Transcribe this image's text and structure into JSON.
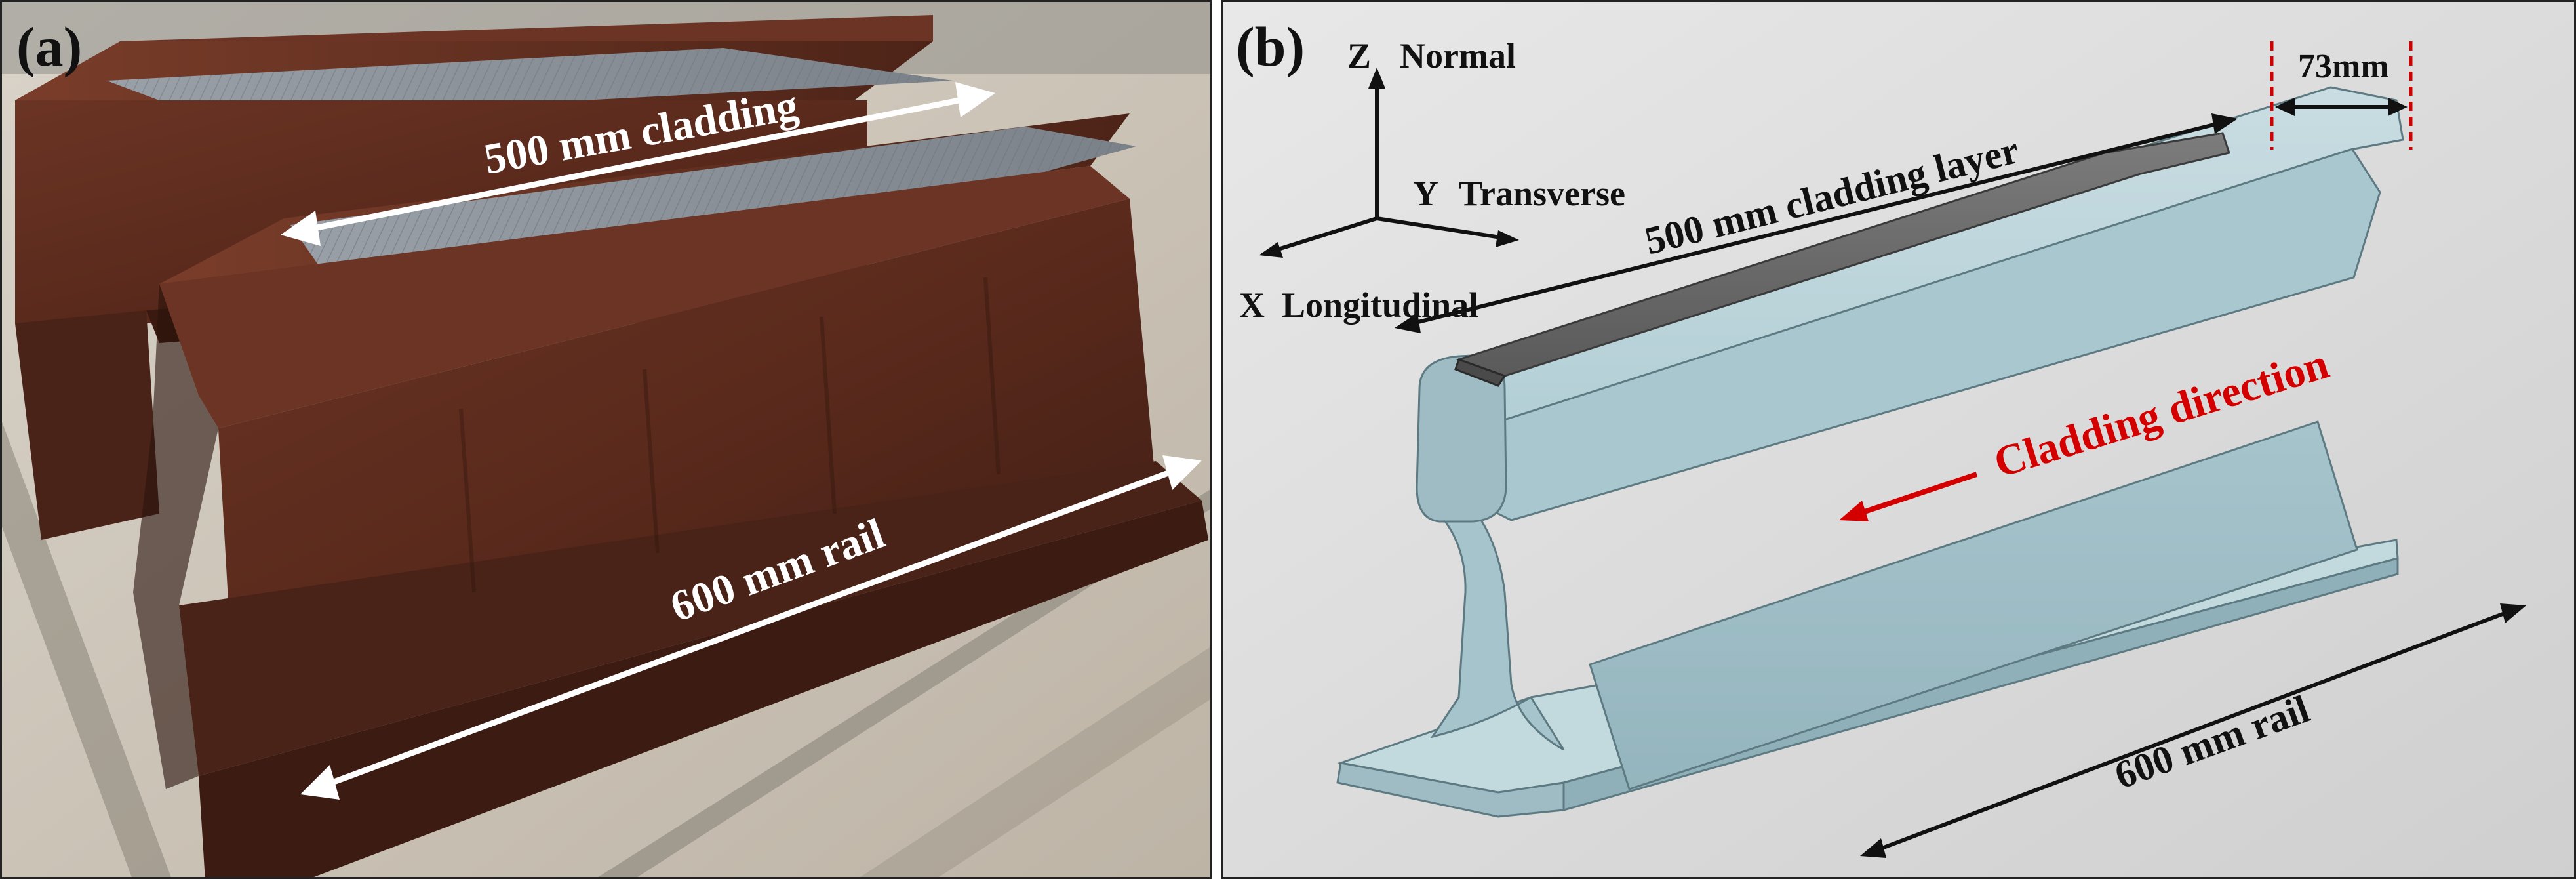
{
  "panel_a": {
    "label": "(a)",
    "cladding_label": "500 mm cladding",
    "rail_label": "600 mm rail"
  },
  "panel_b": {
    "label": "(b)",
    "axes": {
      "z": "Z",
      "z_name": "Normal",
      "y": "Y",
      "y_name": "Transverse",
      "x": "X",
      "x_name": "Longitudinal"
    },
    "width_label": "73mm",
    "cladding_layer_label": "500 mm cladding layer",
    "direction_label": "Cladding direction",
    "rail_label": "600 mm rail"
  },
  "colors": {
    "rust": "#5a2a1c",
    "rail_model": "#b3cfd6",
    "cladding_model": "#6b6b6b",
    "direction_accent": "#d40000",
    "dimension_arrow": "#111111",
    "photo_arrow": "#ffffff"
  }
}
